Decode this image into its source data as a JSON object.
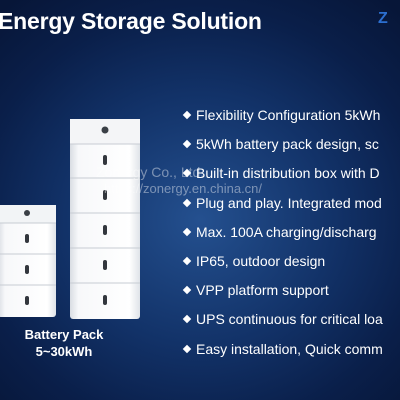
{
  "title": "Energy Storage Solution",
  "features": [
    "Flexibility Configuration 5kWh",
    "5kWh battery pack design, sc",
    "Built-in distribution box with D",
    "Plug and play. Integrated mod",
    "Max. 100A charging/discharg",
    "IP65, outdoor design",
    "VPP platform support",
    "UPS continuous for critical loa",
    "Easy installation, Quick comm"
  ],
  "watermark": {
    "company": "Zonergy Co., Ltd.",
    "url": "https://zonergy.en.china.cn/"
  },
  "caption": {
    "line1": "Battery Pack",
    "line2": "5~30kWh"
  },
  "colors": {
    "background": "#123268",
    "unit_white": "#f4f5f6",
    "accent": "#2c6fd0"
  }
}
